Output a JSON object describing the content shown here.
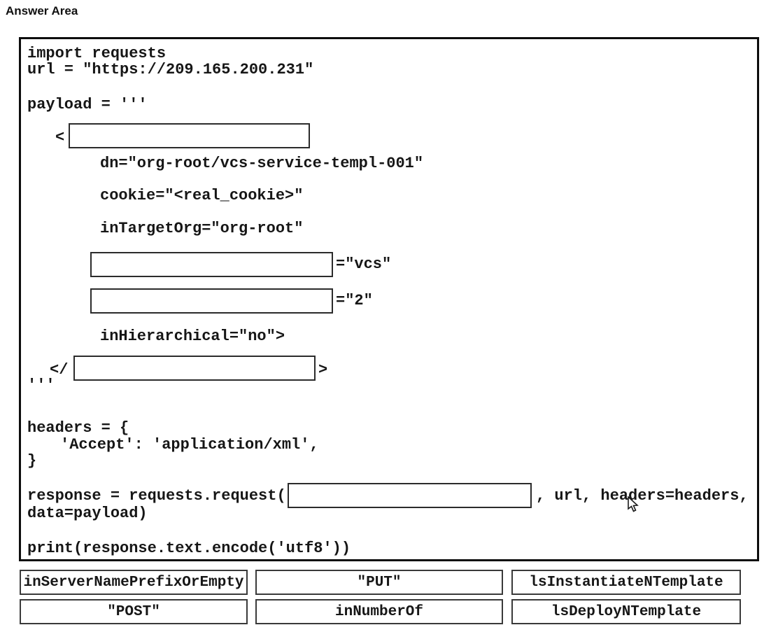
{
  "title": "Answer Area",
  "code": {
    "import_line": "import requests",
    "url_line": "url = \"https://209.165.200.231\"",
    "payload_open": "payload = '''",
    "open_angle": "<",
    "attr_dn": "dn=\"org-root/vcs-service-templ-001\"",
    "attr_cookie": "cookie=\"<real_cookie>\"",
    "attr_target_org": "inTargetOrg=\"org-root\"",
    "attr_vcs_suffix": "=\"vcs\"",
    "attr_num_suffix": "=\"2\"",
    "attr_hierarchical": "inHierarchical=\"no\">",
    "close_tag_open": "</",
    "close_tag_end": ">",
    "payload_close": "'''",
    "headers_open": "headers = {",
    "headers_accept": "'Accept': 'application/xml',",
    "headers_close": "}",
    "response_prefix": "response = requests.request(",
    "response_suffix": ", url, headers=headers,",
    "response_cont": "data=payload)",
    "print_line": "print(response.text.encode('utf8'))"
  },
  "options": {
    "row1": [
      "inServerNamePrefixOrEmpty",
      "\"PUT\"",
      "lsInstantiateNTemplate"
    ],
    "row2": [
      "\"POST\"",
      "inNumberOf",
      "lsDeployNTemplate"
    ]
  }
}
